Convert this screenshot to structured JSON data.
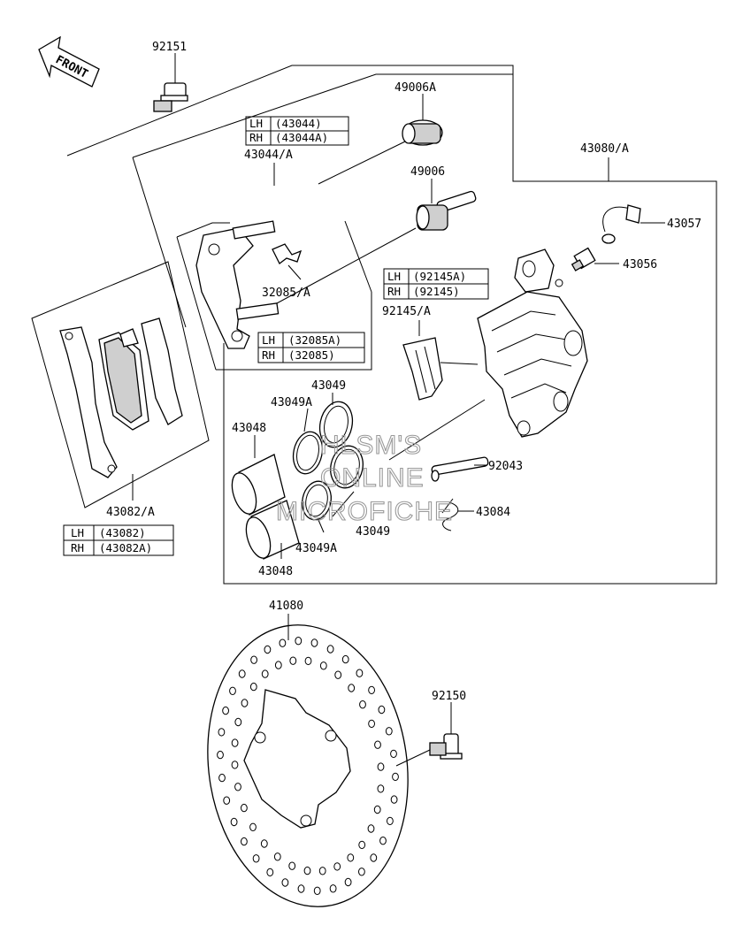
{
  "front_label": "FRONT",
  "parts": {
    "p92151": "92151",
    "p49006A": "49006A",
    "p43044A": "43044/A",
    "p43080A": "43080/A",
    "p49006": "49006",
    "p43057": "43057",
    "p43056": "43056",
    "p32085A": "32085/A",
    "p92145A": "92145/A",
    "p43049_top": "43049",
    "p43049A_top": "43049A",
    "p43048_top": "43048",
    "p92043": "92043",
    "p43084": "43084",
    "p43049_bot": "43049",
    "p43049A_bot": "43049A",
    "p43048_bot": "43048",
    "p43082A": "43082/A",
    "p41080": "41080",
    "p92150": "92150"
  },
  "tables": {
    "t43044": {
      "lh_label": "LH",
      "lh_value": "(43044)",
      "rh_label": "RH",
      "rh_value": "(43044A)"
    },
    "t92145": {
      "lh_label": "LH",
      "lh_value": "(92145A)",
      "rh_label": "RH",
      "rh_value": "(92145)"
    },
    "t32085": {
      "lh_label": "LH",
      "lh_value": "(32085A)",
      "rh_label": "RH",
      "rh_value": "(32085)"
    },
    "t43082": {
      "lh_label": "LH",
      "lh_value": "(43082)",
      "rh_label": "RH",
      "rh_value": "(43082A)"
    }
  },
  "watermark": {
    "line1": "HLSM'S",
    "line2": "ONLINE",
    "line3": "MICROFICHE"
  }
}
